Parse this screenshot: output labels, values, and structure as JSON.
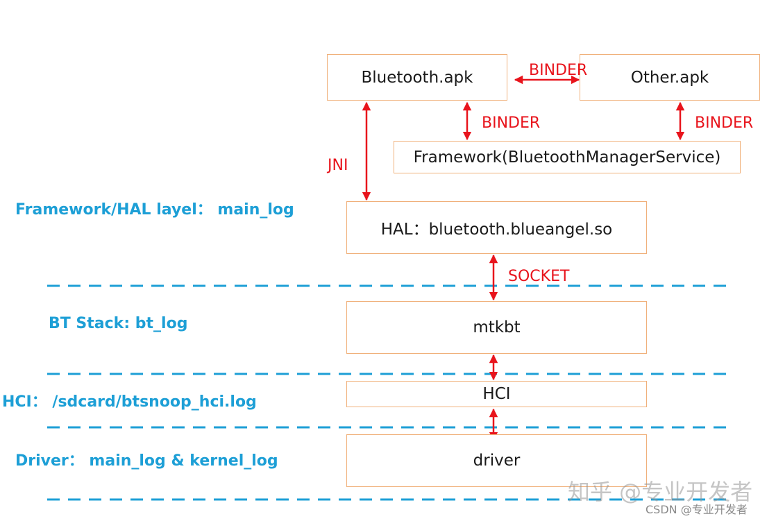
{
  "boxes": {
    "bluetooth_apk": "Bluetooth.apk",
    "other_apk": "Other.apk",
    "framework": "Framework(BluetoothManagerService)",
    "hal": "HAL：bluetooth.blueangel.so",
    "mtkbt": "mtkbt",
    "hci": "HCI",
    "driver": "driver"
  },
  "relations": {
    "binder_apps": "BINDER",
    "binder_bt_framework": "BINDER",
    "binder_other_framework": "BINDER",
    "jni": "JNI",
    "socket": "SOCKET"
  },
  "layers": {
    "framework_hal": "Framework/HAL layel： main_log",
    "bt_stack": "BT Stack: bt_log",
    "hci": "HCI： /sdcard/btsnoop_hci.log",
    "driver": "Driver： main_log & kernel_log"
  },
  "watermarks": {
    "main": "知乎 @专业开发者",
    "small": "CSDN @专业开发者"
  },
  "colors": {
    "box_border": "#f0b07a",
    "arrow": "#e8141c",
    "layer_text": "#1d9fd6",
    "divider": "#1d9fd6"
  }
}
